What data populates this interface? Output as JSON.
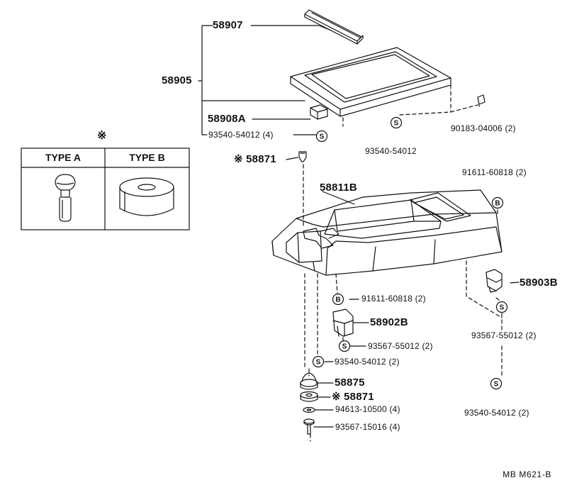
{
  "legend": {
    "mark": "※",
    "type_a": "TYPE A",
    "type_b": "TYPE B"
  },
  "callouts": {
    "p58907": "58907",
    "p58905": "58905",
    "p58908A": "58908A",
    "p93540_54012_4": "93540-54012 (4)",
    "p93540_54012": "93540-54012",
    "p90183_04006_2": "90183-04006 (2)",
    "p58871_top": "※ 58871",
    "p58811B": "58811B",
    "p91611_60818_2_right": "91611-60818 (2)",
    "p58903B": "58903B",
    "p91611_60818_2_center": "91611-60818 (2)",
    "p58902B": "58902B",
    "p93567_55012_2_center": "93567-55012 (2)",
    "p93540_54012_2_center": "93540-54012 (2)",
    "p93567_55012_2_right": "93567-55012 (2)",
    "p58875": "58875",
    "p58871_bottom": "※ 58871",
    "p94613_10500_4": "94613-10500 (4)",
    "p93567_15016_4": "93567-15016 (4)",
    "p93540_54012_2_right": "93540-54012 (2)"
  },
  "symbols": {
    "screw": "S",
    "bolt": "B"
  },
  "figure_code": "MB  M621-B"
}
